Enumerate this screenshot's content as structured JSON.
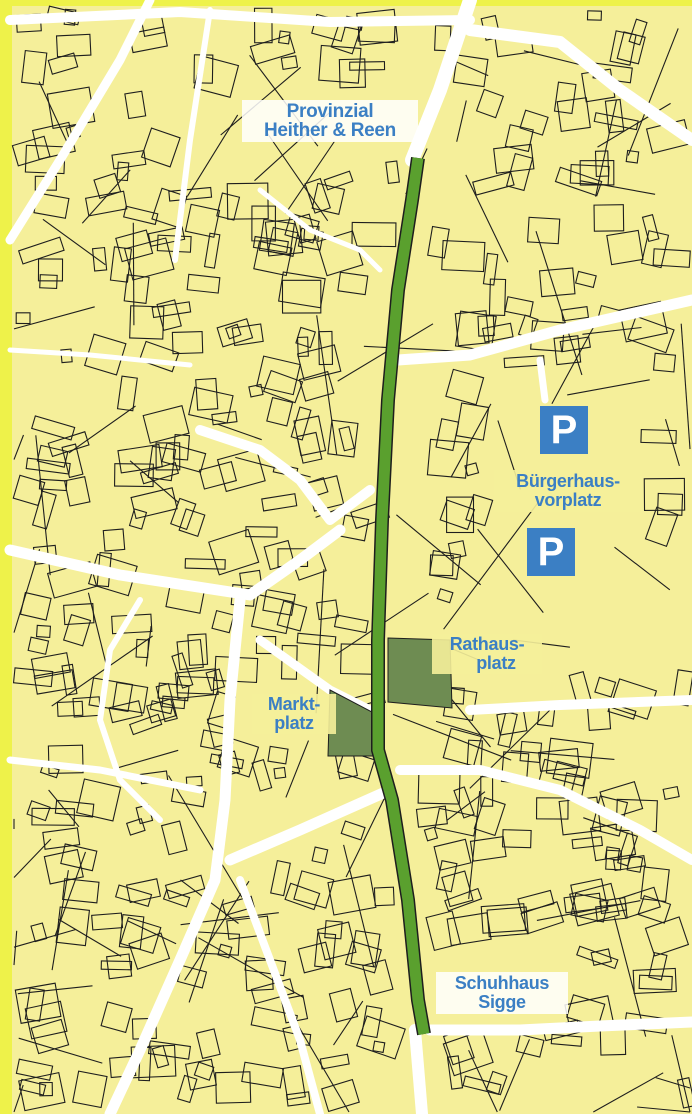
{
  "map": {
    "colors": {
      "background": "#f5ef9a",
      "edge_strip": "#eef24a",
      "building_outline": "#1e1e1e",
      "road": "#ffffff",
      "main_street": "#5aa02e",
      "plaza": "#6e8c52",
      "label_text": "#3b7fc4"
    },
    "labels": {
      "provinzial": [
        "Provinzial",
        "Heither & Reen"
      ],
      "buergerhaus": [
        "Bürgerhaus-",
        "vorplatz"
      ],
      "rathaus": [
        "Rathaus-",
        "platz"
      ],
      "markt": [
        "Markt-",
        "platz"
      ],
      "schuhhaus": [
        "Schuhhaus",
        "Sigge"
      ]
    },
    "parking": {
      "symbol": "P",
      "icon": "parking-icon"
    }
  }
}
